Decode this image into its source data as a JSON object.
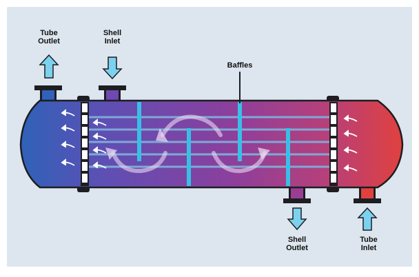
{
  "diagram": {
    "labels": {
      "tube_outlet": [
        "Tube",
        "Outlet"
      ],
      "shell_inlet": [
        "Shell",
        "Inlet"
      ],
      "baffles": "Baffles",
      "shell_outlet": [
        "Shell",
        "Outlet"
      ],
      "tube_inlet": [
        "Tube",
        "Inlet"
      ]
    },
    "colors": {
      "background": "#dde6ee",
      "cold_end": "#2f62b8",
      "hot_end": "#e0413f",
      "mid_purple": "#8c3f9c",
      "tubes": "#7fa9d6",
      "baffles": "#39bfe6",
      "flow_arrows": "#7cd2ee",
      "outline": "#1d1d22"
    },
    "icons": [
      "up-arrow-icon",
      "down-arrow-icon",
      "swirl-arrow-icon"
    ]
  }
}
